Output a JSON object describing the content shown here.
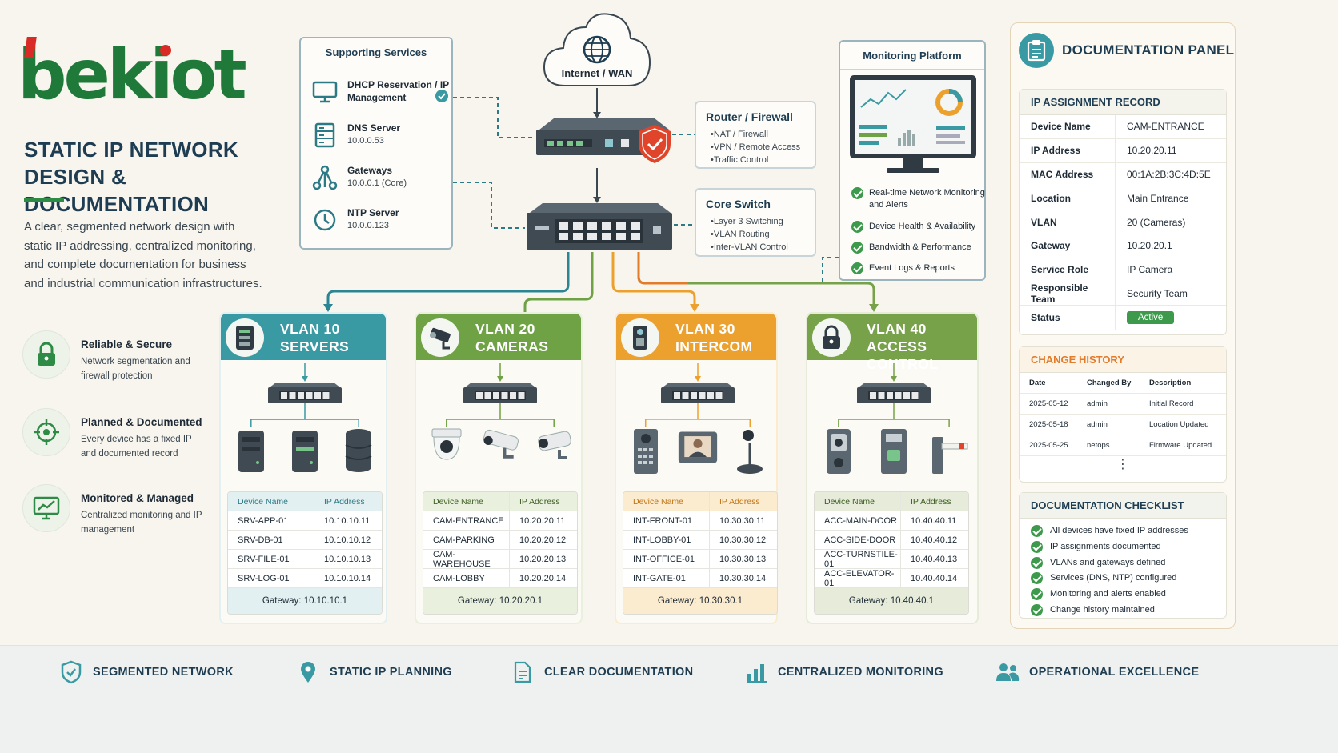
{
  "brand": {
    "name": "bekiot"
  },
  "header": {
    "title_line1": "STATIC IP NETWORK",
    "title_line2": "DESIGN & DOCUMENTATION",
    "intro": "A clear, segmented network design with static IP addressing, centralized monitoring, and complete documentation for business and industrial communication infrastructures."
  },
  "features": [
    {
      "title": "Reliable & Secure",
      "desc": "Network segmentation and firewall protection",
      "icon": "lock-icon"
    },
    {
      "title": "Planned & Documented",
      "desc": "Every device has a fixed IP and documented record",
      "icon": "target-icon"
    },
    {
      "title": "Monitored & Managed",
      "desc": "Centralized monitoring and IP management",
      "icon": "monitor-chart-icon"
    }
  ],
  "services": {
    "title": "Supporting Services",
    "items": [
      {
        "name": "DHCP Reservation / IP Management",
        "value": ""
      },
      {
        "name": "DNS Server",
        "value": "10.0.0.53"
      },
      {
        "name": "Gateways",
        "value": "10.0.0.1 (Core)"
      },
      {
        "name": "NTP Server",
        "value": "10.0.0.123"
      }
    ]
  },
  "internet": {
    "label": "Internet / WAN"
  },
  "router": {
    "title": "Router / Firewall",
    "items": [
      "NAT / Firewall",
      "VPN / Remote Access",
      "Traffic Control"
    ]
  },
  "core": {
    "title": "Core Switch",
    "items": [
      "Layer 3 Switching",
      "VLAN Routing",
      "Inter-VLAN Control"
    ]
  },
  "monitoring": {
    "title": "Monitoring Platform",
    "items": [
      "Real-time Network Monitoring and Alerts",
      "Device Health & Availability",
      "Bandwidth & Performance",
      "Event Logs & Reports"
    ]
  },
  "vlans": [
    {
      "line1": "VLAN 10",
      "line2": "SERVERS",
      "color": "#3a9aa3",
      "tint": "#e3f0f1",
      "head_text": "#2c7a86",
      "col1": "Device Name",
      "col2": "IP Address",
      "rows": [
        [
          "SRV-APP-01",
          "10.10.10.11"
        ],
        [
          "SRV-DB-01",
          "10.10.10.12"
        ],
        [
          "SRV-FILE-01",
          "10.10.10.13"
        ],
        [
          "SRV-LOG-01",
          "10.10.10.14"
        ]
      ],
      "gateway": "Gateway: 10.10.10.1"
    },
    {
      "line1": "VLAN 20",
      "line2": "CAMERAS",
      "color": "#6fa244",
      "tint": "#e9f0dd",
      "head_text": "#3d5e22",
      "col1": "Device Name",
      "col2": "IP Address",
      "rows": [
        [
          "CAM-ENTRANCE",
          "10.20.20.11"
        ],
        [
          "CAM-PARKING",
          "10.20.20.12"
        ],
        [
          "CAM-WAREHOUSE",
          "10.20.20.13"
        ],
        [
          "CAM-LOBBY",
          "10.20.20.14"
        ]
      ],
      "gateway": "Gateway: 10.20.20.1"
    },
    {
      "line1": "VLAN 30",
      "line2": "INTERCOM",
      "color": "#eca12f",
      "tint": "#fbebcf",
      "head_text": "#c27414",
      "col1": "Device Name",
      "col2": "IP Address",
      "rows": [
        [
          "INT-FRONT-01",
          "10.30.30.11"
        ],
        [
          "INT-LOBBY-01",
          "10.30.30.12"
        ],
        [
          "INT-OFFICE-01",
          "10.30.30.13"
        ],
        [
          "INT-GATE-01",
          "10.30.30.14"
        ]
      ],
      "gateway": "Gateway: 10.30.30.1"
    },
    {
      "line1": "VLAN 40",
      "line2": "ACCESS CONTROL",
      "color": "#78a24a",
      "tint": "#e6ecd9",
      "head_text": "#3d5e22",
      "col1": "Device Name",
      "col2": "IP Address",
      "rows": [
        [
          "ACC-MAIN-DOOR",
          "10.40.40.11"
        ],
        [
          "ACC-SIDE-DOOR",
          "10.40.40.12"
        ],
        [
          "ACC-TURNSTILE-01",
          "10.40.40.13"
        ],
        [
          "ACC-ELEVATOR-01",
          "10.40.40.14"
        ]
      ],
      "gateway": "Gateway: 10.40.40.1"
    }
  ],
  "panel": {
    "title": "DOCUMENTATION PANEL",
    "ip_record": {
      "title": "IP ASSIGNMENT RECORD",
      "rows": [
        [
          "Device Name",
          "CAM-ENTRANCE"
        ],
        [
          "IP Address",
          "10.20.20.11"
        ],
        [
          "MAC Address",
          "00:1A:2B:3C:4D:5E"
        ],
        [
          "Location",
          "Main Entrance"
        ],
        [
          "VLAN",
          "20 (Cameras)"
        ],
        [
          "Gateway",
          "10.20.20.1"
        ],
        [
          "Service Role",
          "IP Camera"
        ],
        [
          "Responsible Team",
          "Security Team"
        ]
      ],
      "status_label": "Status",
      "status_value": "Active"
    },
    "history": {
      "title": "CHANGE HISTORY",
      "cols": [
        "Date",
        "Changed By",
        "Description"
      ],
      "rows": [
        [
          "2025-05-12",
          "admin",
          "Initial Record"
        ],
        [
          "2025-05-18",
          "admin",
          "Location Updated"
        ],
        [
          "2025-05-25",
          "netops",
          "Firmware Updated"
        ]
      ],
      "more": "⋮"
    },
    "checklist": {
      "title": "DOCUMENTATION CHECKLIST",
      "items": [
        "All devices have fixed IP addresses",
        "IP assignments documented",
        "VLANs and gateways defined",
        "Services (DNS, NTP) configured",
        "Monitoring and alerts enabled",
        "Change history maintained"
      ]
    }
  },
  "footer": [
    "SEGMENTED NETWORK",
    "STATIC IP PLANNING",
    "CLEAR DOCUMENTATION",
    "CENTRALIZED MONITORING",
    "OPERATIONAL EXCELLENCE"
  ],
  "colors": {
    "brand_green": "#1f7a3a",
    "brand_red": "#d92a26",
    "navy": "#1e3d52",
    "accent_orange": "#e27b2a"
  }
}
